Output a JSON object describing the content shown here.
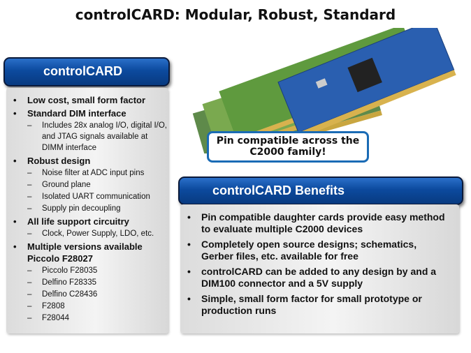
{
  "title": "controlCARD: Modular, Robust, Standard",
  "left_panel": {
    "header": "controlCARD",
    "items": [
      {
        "text": "Low cost, small form factor",
        "sub": []
      },
      {
        "text": "Standard DIM interface",
        "sub": [
          "Includes 28x analog I/O, digital I/O, and JTAG signals available at DIMM interface"
        ]
      },
      {
        "text": "Robust design",
        "sub": [
          "Noise filter at ADC input pins",
          "Ground plane",
          "Isolated UART communication",
          "Supply pin decoupling"
        ]
      },
      {
        "text": "All life support circuitry",
        "sub": [
          "Clock, Power Supply, LDO, etc."
        ]
      },
      {
        "text": "Multiple versions available Piccolo F28027",
        "sub": [
          "Piccolo F28035",
          "Delfino F28335",
          "Delfino C28436",
          "F2808",
          "F28044"
        ]
      }
    ]
  },
  "callout": "Pin compatible across the C2000 family!",
  "benefits": {
    "header": "controlCARD Benefits",
    "items": [
      "Pin compatible daughter cards provide easy method to evaluate multiple C2000 devices",
      "Completely open source designs; schematics, Gerber files, etc. available for free",
      "controlCARD can be added to any design by and a DIM100 connector and a 5V supply",
      "Simple, small form factor for small prototype or production runs"
    ]
  },
  "bullet": "•",
  "dash": "–",
  "colors": {
    "header_blue": "#0c4a9e",
    "callout_border": "#1a6bb5"
  }
}
